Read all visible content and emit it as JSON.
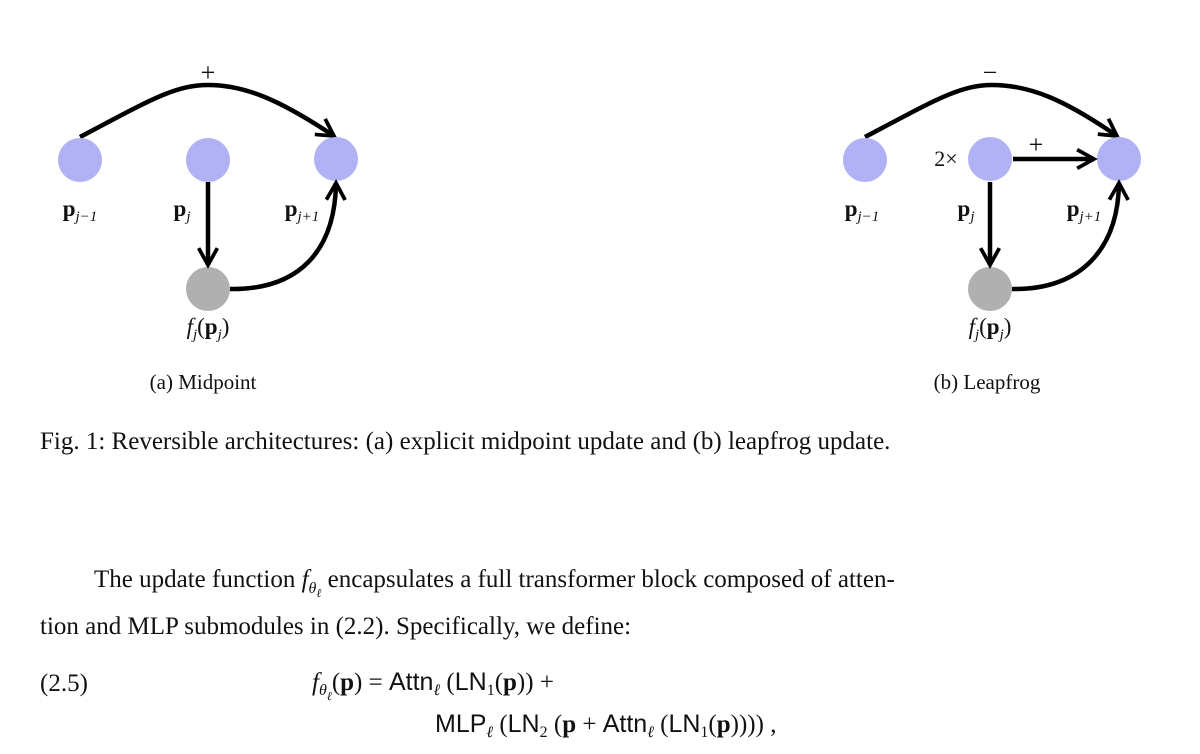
{
  "figure": {
    "panel_a": {
      "op_label": "+",
      "node_labels": {
        "prev": "j−1",
        "curr": "j",
        "next": "j+1"
      },
      "f_label": "f",
      "caption": "(a) Midpoint"
    },
    "panel_b": {
      "op_label": "−",
      "scale_label": "2×",
      "inner_op_label": "+",
      "node_labels": {
        "prev": "j−1",
        "curr": "j",
        "next": "j+1"
      },
      "f_label": "f",
      "caption": "(b) Leapfrog"
    },
    "caption": "Fig. 1: Reversible architectures: (a) explicit midpoint update and (b) leapfrog update.",
    "colors": {
      "state_node": "#b1b1f6",
      "function_node": "#b0b0b0",
      "edge": "#000000"
    }
  },
  "body": {
    "paragraph_part1": "The update function ",
    "paragraph_part2": " encapsulates a full transformer block composed of atten-",
    "paragraph_line2": "tion and MLP submodules in (2.2). Specifically, we define:"
  },
  "equation": {
    "number": "(2.5)",
    "line1": "= Attn_ℓ (LN_1(p)) +",
    "line2": "MLP_ℓ (LN_2 (p + Attn_ℓ (LN_1(p)))) ,"
  }
}
